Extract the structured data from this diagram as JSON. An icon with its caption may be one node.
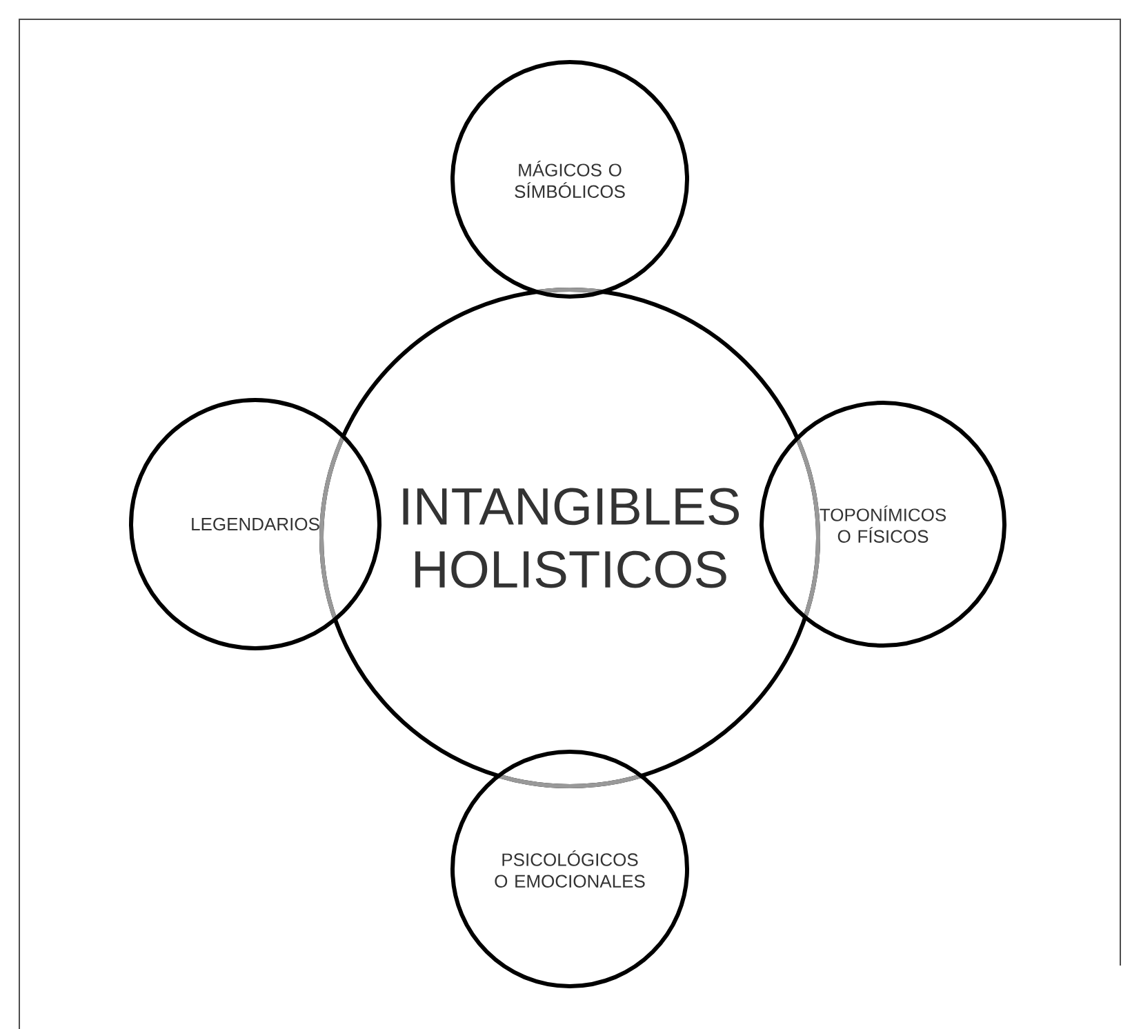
{
  "diagram": {
    "nodes": [
      {
        "text": [
          "MÁGICOS O SÍMBÓLICOS"
        ]
      },
      {
        "text": [
          "LEGENDARIOS"
        ]
      },
      {
        "text": [
          "INTANGIBLES HOLISTICOS"
        ]
      },
      {
        "text": [
          "TOPONÍMICOS O FÍSICOS"
        ]
      },
      {
        "text": [
          "PSICOLÓGICOS O EMOCIONALES"
        ]
      }
    ]
  }
}
